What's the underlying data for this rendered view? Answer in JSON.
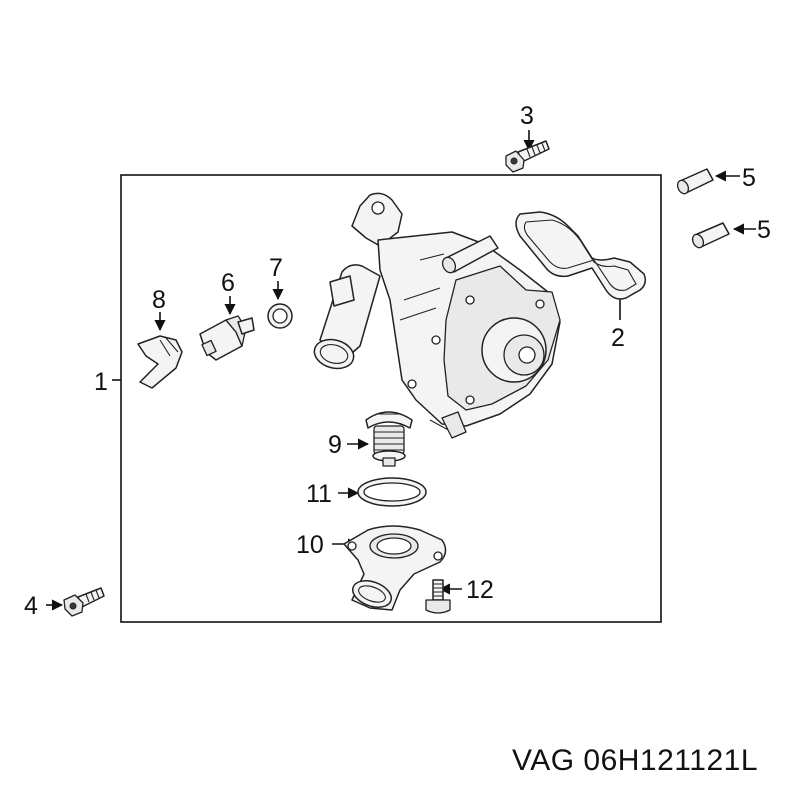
{
  "callouts": {
    "c1": "1",
    "c2": "2",
    "c3": "3",
    "c4": "4",
    "c5a": "5",
    "c5b": "5",
    "c6": "6",
    "c7": "7",
    "c8": "8",
    "c9": "9",
    "c10": "10",
    "c11": "11",
    "c12": "12"
  },
  "caption": "VAG 06H121121L"
}
